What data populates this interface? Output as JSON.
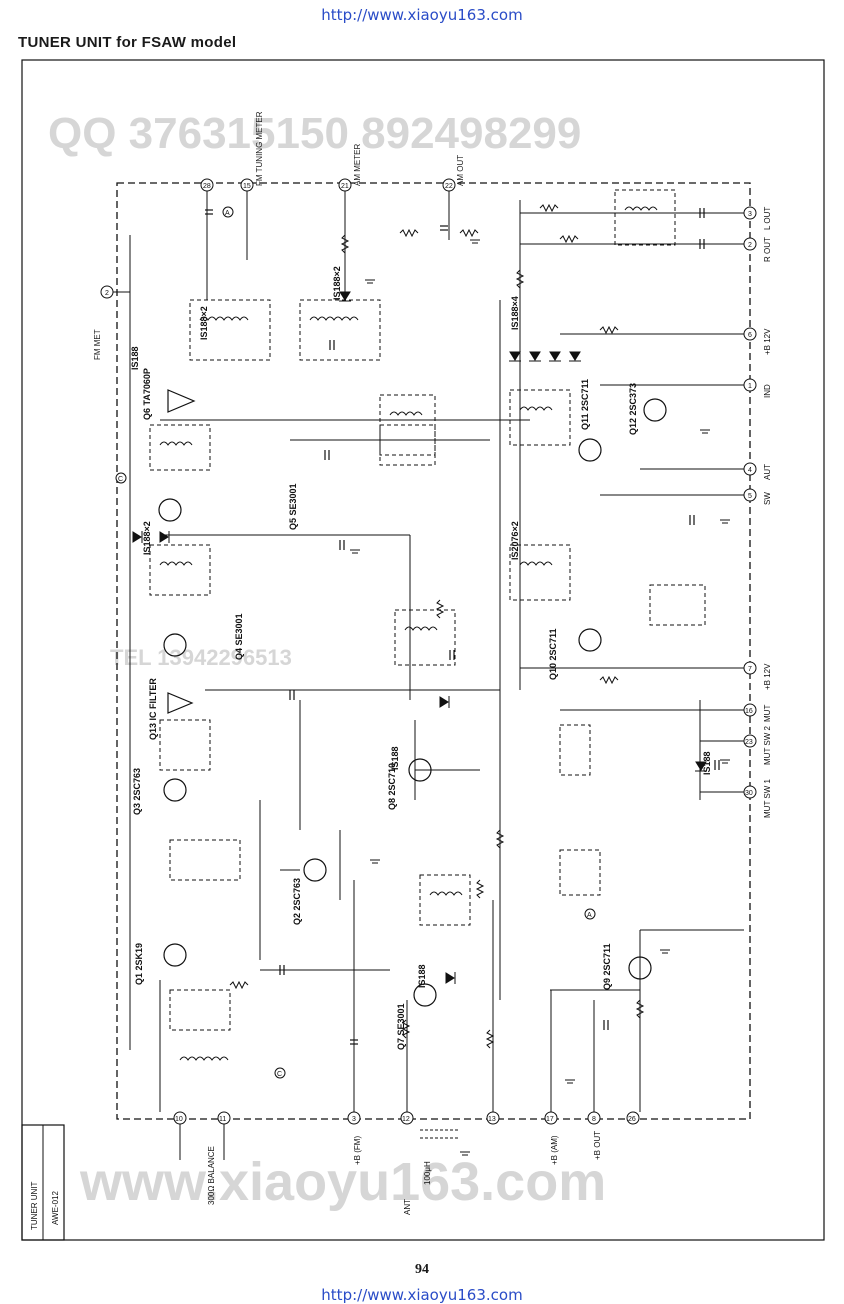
{
  "header": {
    "url": "http://www.xiaoyu163.com",
    "title": "TUNER UNIT for FSAW model"
  },
  "watermarks": {
    "qq": "QQ 376315150   892498299",
    "site": "www.xiaoyu163.com",
    "tel": "TEL 13942296513"
  },
  "title_block": {
    "unit": "TUNER UNIT",
    "model": "AWE-012"
  },
  "top_labels": {
    "fm_tuning_meter": "FM TUNING METER",
    "am_meter": "AM METER",
    "am_out": "AM OUT"
  },
  "left_labels": {
    "fm_met": "FM MET",
    "ic_filter": "IC FILTER"
  },
  "right_terminals": [
    {
      "num": "3",
      "label": "L OUT"
    },
    {
      "num": "2",
      "label": "R OUT"
    },
    {
      "num": "6",
      "label": "+B 12V"
    },
    {
      "num": "1",
      "label": "IND"
    },
    {
      "num": "4",
      "label": "AUT"
    },
    {
      "num": "5",
      "label": "SW"
    },
    {
      "num": "7",
      "label": "+B 12V"
    },
    {
      "num": "16",
      "label": "MUT"
    },
    {
      "num": "23",
      "label": "MUT SW 2"
    },
    {
      "num": "30",
      "label": "MUT SW 1"
    }
  ],
  "bottom_terminals": [
    {
      "num": "10",
      "label": ""
    },
    {
      "num": "11",
      "label": ""
    },
    {
      "num": "3",
      "label": "+B (FM)"
    },
    {
      "num": "12",
      "label": ""
    },
    {
      "num": "13",
      "label": ""
    },
    {
      "num": "17",
      "label": "+B (AM)"
    },
    {
      "num": "8",
      "label": "+B OUT"
    },
    {
      "num": "26",
      "label": ""
    }
  ],
  "bottom_labels": {
    "balance": "300Ω BALANCE",
    "ant": "ANT",
    "coil": "100μH"
  },
  "components": {
    "q1": "Q1 2SK19",
    "q2": "Q2 2SC763",
    "q3": "Q3 2SC763",
    "q4": "Q4 SE3001",
    "q5": "Q5 SE3001",
    "q6": "Q6 TA7060P",
    "q7": "Q7 SE3001",
    "q8": "Q8 2SC710",
    "q9": "Q9 2SC711",
    "q10": "Q10 2SC711",
    "q11": "Q11 2SC711",
    "q12": "Q12 2SC373",
    "q13": "Q13 IC FILTER",
    "d1": "IS188",
    "d2": "IS188×2",
    "d3": "IS188×2",
    "d4": "IS188×4",
    "d5": "IS2076×2",
    "d6": "IS188",
    "d7": "IS188×2",
    "d8": "IS188",
    "d9": "IS188"
  },
  "page_number": "94"
}
